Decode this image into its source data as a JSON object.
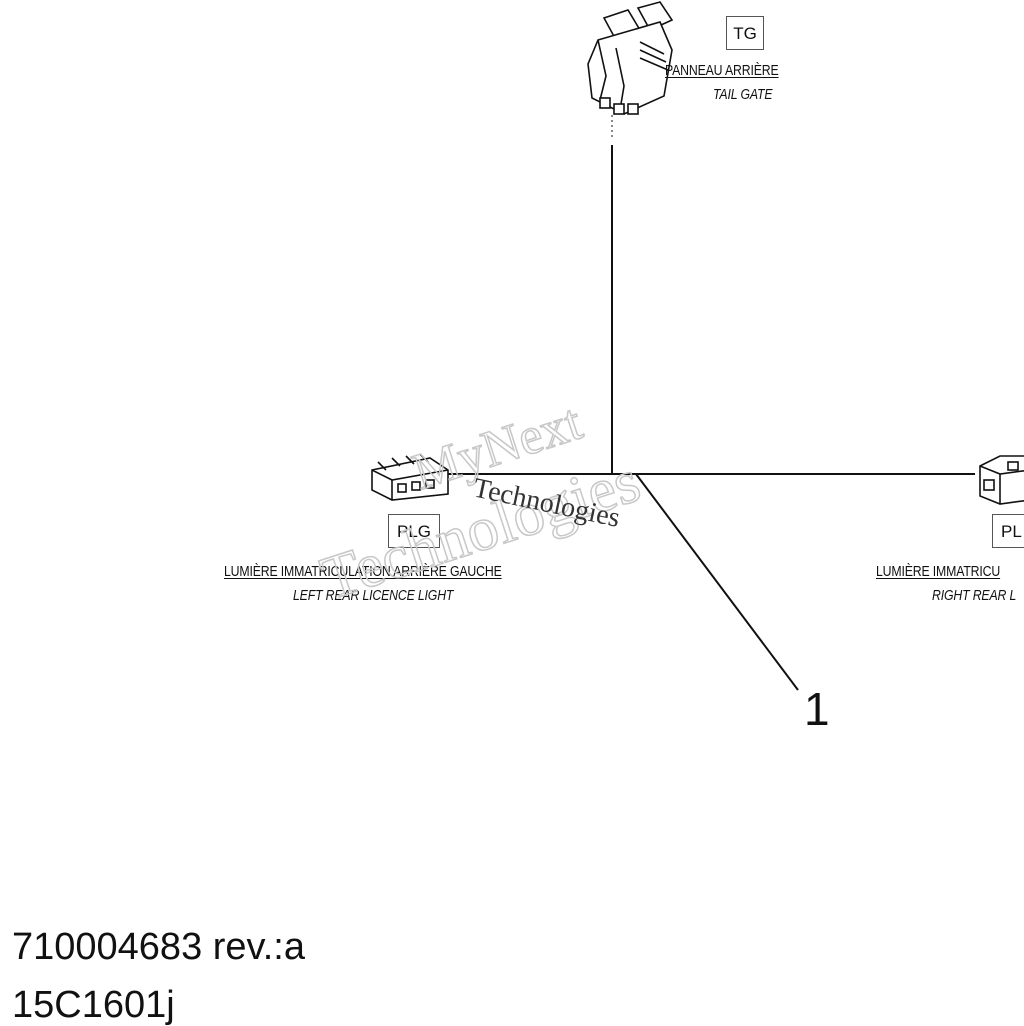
{
  "connectors": {
    "tail_gate": {
      "code": "TG",
      "label_fr": "PANNEAU ARRIÈRE",
      "label_en": "TAIL GATE"
    },
    "left_light": {
      "code": "PLG",
      "label_fr": "LUMIÈRE IMMATRICULATION ARRIÈRE GAUCHE",
      "label_en": "LEFT REAR LICENCE LIGHT"
    },
    "right_light": {
      "code": "PL",
      "label_fr": "LUMIÈRE IMMATRICU",
      "label_en": "RIGHT REAR L"
    }
  },
  "callout": {
    "number": "1"
  },
  "footer": {
    "part_number": "710004683 rev.:a",
    "drawing_code": "15C1601j"
  },
  "watermark": {
    "line1": "MyNext",
    "line2": "Technologies",
    "line3": "Technologies"
  },
  "colors": {
    "line": "#111111",
    "watermark": "#cfcfcf"
  }
}
